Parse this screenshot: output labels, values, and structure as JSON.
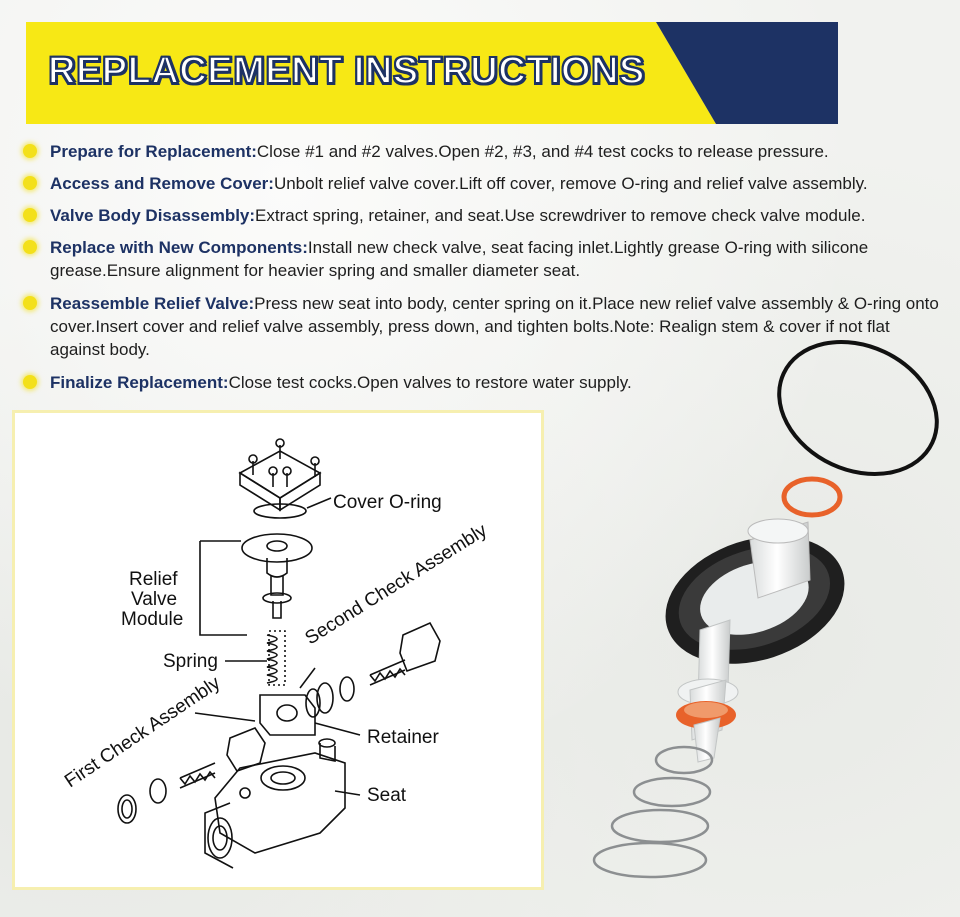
{
  "banner": {
    "title": "REPLACEMENT INSTRUCTIONS"
  },
  "colors": {
    "yellow": "#f7e815",
    "navy": "#1d3264",
    "bullet": "#f3e01a",
    "orange": "#e8622a"
  },
  "steps": [
    {
      "title": "Prepare for Replacement:",
      "text": "Close #1 and #2 valves.Open #2, #3, and #4 test cocks to release pressure."
    },
    {
      "title": "Access and Remove Cover:",
      "text": "Unbolt relief valve cover.Lift off cover, remove O-ring and relief valve assembly."
    },
    {
      "title": "Valve Body Disassembly:",
      "text": "Extract spring, retainer, and seat.Use screwdriver to remove check valve module."
    },
    {
      "title": "Replace with New Components:",
      "text": "Install new check valve, seat facing inlet.Lightly grease O-ring with silicone grease.Ensure alignment for heavier spring and smaller diameter seat."
    },
    {
      "title": "Reassemble Relief Valve:",
      "text": "Press new seat into body, center spring on it.Place new relief valve assembly & O-ring onto cover.Insert cover and relief valve assembly, press down, and tighten bolts.Note: Realign stem & cover if not flat against body."
    },
    {
      "title": "Finalize Replacement:",
      "text": "Close test cocks.Open valves to restore water supply."
    }
  ],
  "diagram": {
    "labels": {
      "cover_oring": "Cover O-ring",
      "relief_1": "Relief",
      "relief_2": "Valve",
      "relief_3": "Module",
      "spring": "Spring",
      "second_check": "Second Check Assembly",
      "first_check": "First Check Assembly",
      "retainer": "Retainer",
      "seat": "Seat"
    }
  }
}
